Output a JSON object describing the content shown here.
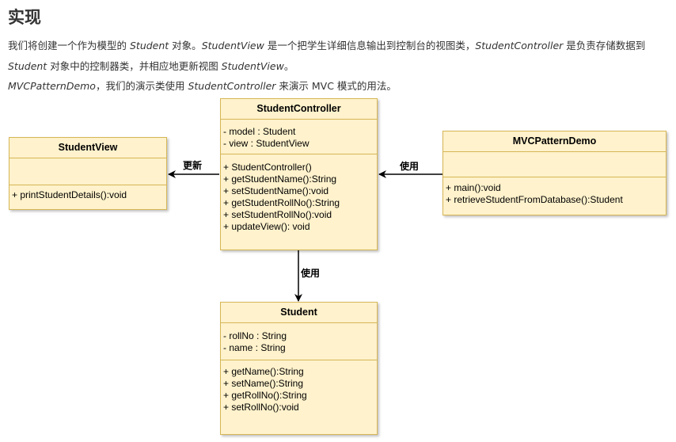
{
  "heading": "实现",
  "para1_segments": [
    {
      "t": "我们将创建一个作为模型的 ",
      "i": false
    },
    {
      "t": "Student",
      "i": true
    },
    {
      "t": " 对象。",
      "i": false
    },
    {
      "t": "StudentView",
      "i": true
    },
    {
      "t": " 是一个把学生详细信息输出到控制台的视图类，",
      "i": false
    },
    {
      "t": "StudentController",
      "i": true
    },
    {
      "t": " 是负责存储数据到 ",
      "i": false
    },
    {
      "t": "Student",
      "i": true
    },
    {
      "t": " 对象中的控制器类，并相应地更新视图 ",
      "i": false
    },
    {
      "t": "StudentView",
      "i": true
    },
    {
      "t": "。",
      "i": false
    }
  ],
  "para2_segments": [
    {
      "t": "MVCPatternDemo",
      "i": true
    },
    {
      "t": "，我们的演示类使用 ",
      "i": false
    },
    {
      "t": "StudentController",
      "i": true
    },
    {
      "t": " 来演示 MVC 模式的用法。",
      "i": false
    }
  ],
  "classes": {
    "controller": {
      "name": "StudentController",
      "attributes": [
        "- model : Student",
        "- view : StudentView"
      ],
      "methods": [
        "+ StudentController()",
        "+ getStudentName():String",
        "+ setStudentName():void",
        "+ getStudentRollNo():String",
        "+ setStudentRollNo():void",
        "+ updateView(): void"
      ]
    },
    "view": {
      "name": "StudentView",
      "attributes": [],
      "methods": [
        "+ printStudentDetails():void"
      ]
    },
    "demo": {
      "name": "MVCPatternDemo",
      "attributes": [],
      "methods": [
        "+ main():void",
        "+ retrieveStudentFromDatabase():Student"
      ]
    },
    "student": {
      "name": "Student",
      "attributes": [
        "- rollNo : String",
        "- name : String"
      ],
      "methods": [
        "+ getName():String",
        "+ setName():String",
        "+ getRollNo():String",
        "+ setRollNo():void"
      ]
    }
  },
  "edge_labels": {
    "controller_to_view": "更新",
    "demo_to_controller": "使用",
    "controller_to_student": "使用"
  },
  "colors": {
    "box_fill": "#fff2cc",
    "box_border": "#d6b656",
    "arrow": "#000000"
  }
}
